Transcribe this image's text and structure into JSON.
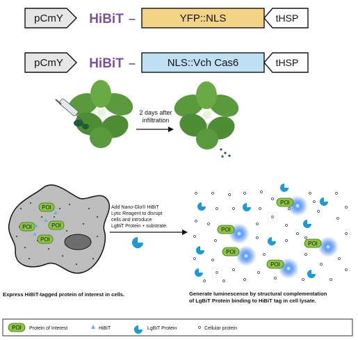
{
  "constructs": [
    {
      "promoter": "pCmY",
      "tag": "HiBiT",
      "dash": "–",
      "cds": "YFP::NLS",
      "terminator": "tHSP",
      "cds_color": "#f3d386"
    },
    {
      "promoter": "pCmY",
      "tag": "HiBiT",
      "dash": "–",
      "cds": "NLS::Vch Cas6",
      "terminator": "tHSP",
      "cds_color": "#bfe0f2"
    }
  ],
  "infiltration": {
    "label_line1": "2 days after",
    "label_line2": "infiltration"
  },
  "assay": {
    "reagent_line1": "Add Nano-Glo® HiBiT",
    "reagent_line2": "Lytic Reagent to disrupt",
    "reagent_line3": "cells and introduce",
    "reagent_line4": "LgBiT Protein + substrate.",
    "poi": "POI",
    "caption_left": "Express HiBiT-tagged protein of interest in cells.",
    "caption_right_1": "Generate luminescence by structural complementation",
    "caption_right_2": "of LgBiT Protein binding to HiBiT tag in cell lysate."
  },
  "legend": {
    "poi_badge": "POI",
    "poi_label": "Protein of Interest",
    "hibit_label": "HiBiT",
    "lgbit_label": "LgBiT Protein",
    "cellular_label": "Cellular protein"
  },
  "colors": {
    "hibit_purple": "#7b4fa2",
    "poi_green": "#8cc63f",
    "lgbit_blue": "#1d9ad6",
    "glow": "#2b6fe8",
    "cell_gray": "#bdbdbd"
  }
}
